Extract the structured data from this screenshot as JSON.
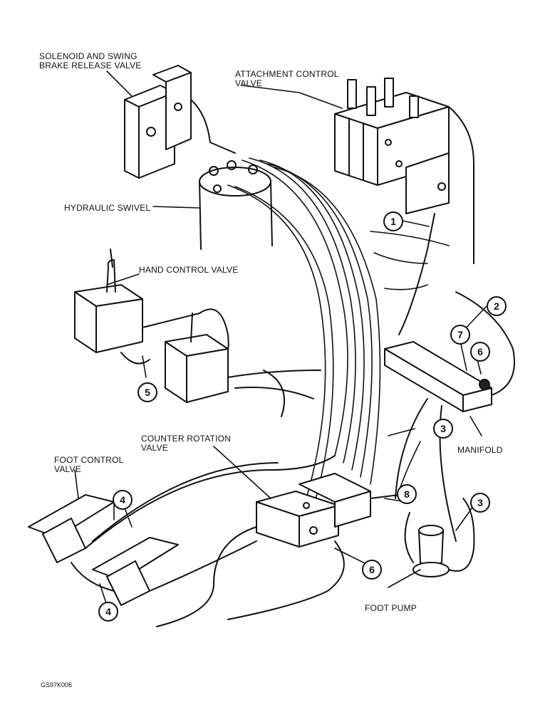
{
  "labels": {
    "solenoid": "SOLENOID AND SWING\nBRAKE RELEASE VALVE",
    "attachment": "ATTACHMENT CONTROL\nVALVE",
    "swivel": "HYDRAULIC SWIVEL",
    "hand_control": "HAND CONTROL VALVE",
    "counter_rotation": "COUNTER ROTATION\nVALVE",
    "foot_control": "FOOT CONTROL\nVALVE",
    "manifold": "MANIFOLD",
    "foot_pump": "FOOT PUMP"
  },
  "callouts": {
    "c1": "1",
    "c2": "2",
    "c3a": "3",
    "c3b": "3",
    "c4a": "4",
    "c4b": "4",
    "c5": "5",
    "c6a": "6",
    "c6b": "6",
    "c7": "7",
    "c8": "8"
  },
  "figure_code": "GS97K006"
}
